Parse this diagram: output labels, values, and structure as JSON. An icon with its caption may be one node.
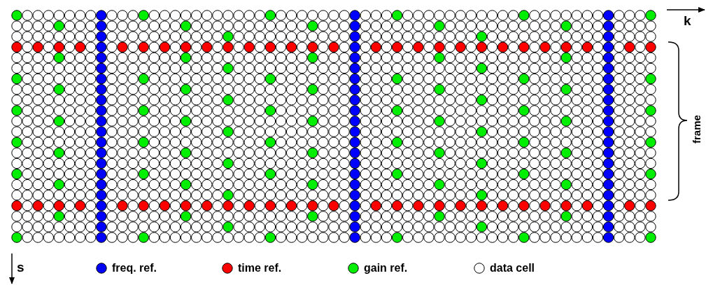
{
  "diagram": {
    "labels": [
      "k",
      "frame",
      "s"
    ],
    "legend": [
      {
        "text": "freq. ref.",
        "color": "#0000ff"
      },
      {
        "text": "time ref.",
        "color": "#ff0000"
      },
      {
        "text": "gain ref.",
        "color": "#00ee00"
      },
      {
        "text": "data cell",
        "color": "#ffffff"
      }
    ]
  }
}
